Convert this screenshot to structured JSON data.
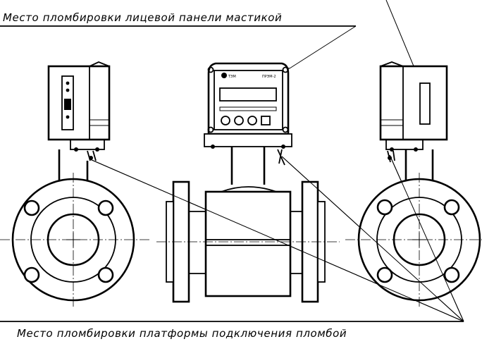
{
  "annotations": {
    "top_label": "Место пломбировки лицевой панели мастикой",
    "bottom_label": "Место пломбировки платформы подключения пломбой"
  },
  "device_panel": {
    "brand_text": "ТЭМ",
    "model_text": "ПРЭМ-2"
  },
  "colors": {
    "ink": "#000000",
    "paper": "#ffffff"
  }
}
